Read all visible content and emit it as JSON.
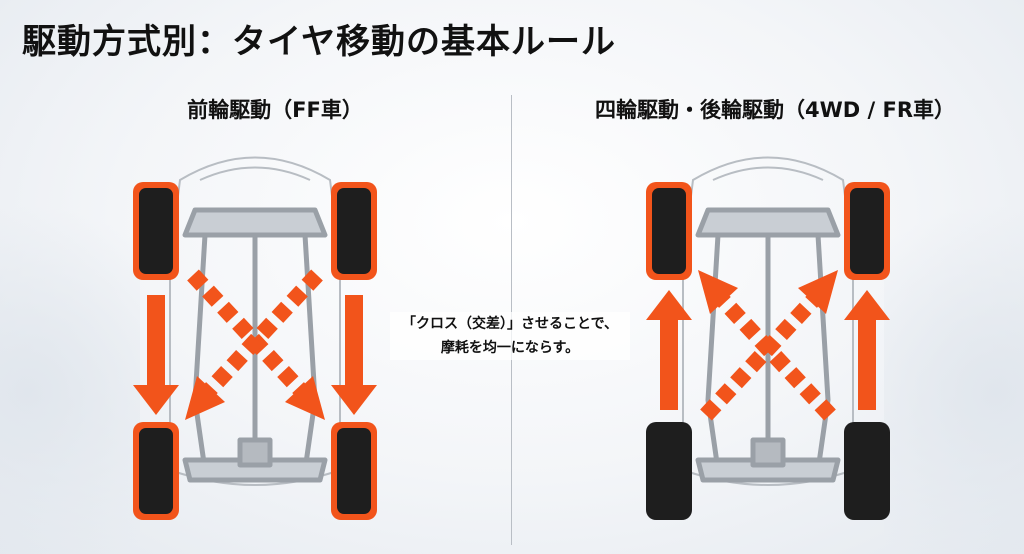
{
  "title": "駆動方式別：タイヤ移動の基本ルール",
  "left_panel": {
    "heading": "前輪駆動（FF車）"
  },
  "right_panel": {
    "heading": "四輪駆動・後輪駆動（4WD / FR車）"
  },
  "center_note": {
    "line1": "「クロス（交差）」させることで、",
    "line2": "摩耗を均一にならす。"
  },
  "colors": {
    "accent": "#F2541B",
    "tire": "#1E1E1E",
    "chassis": "#9AA0A7",
    "body_outline": "#B8BDC3"
  }
}
